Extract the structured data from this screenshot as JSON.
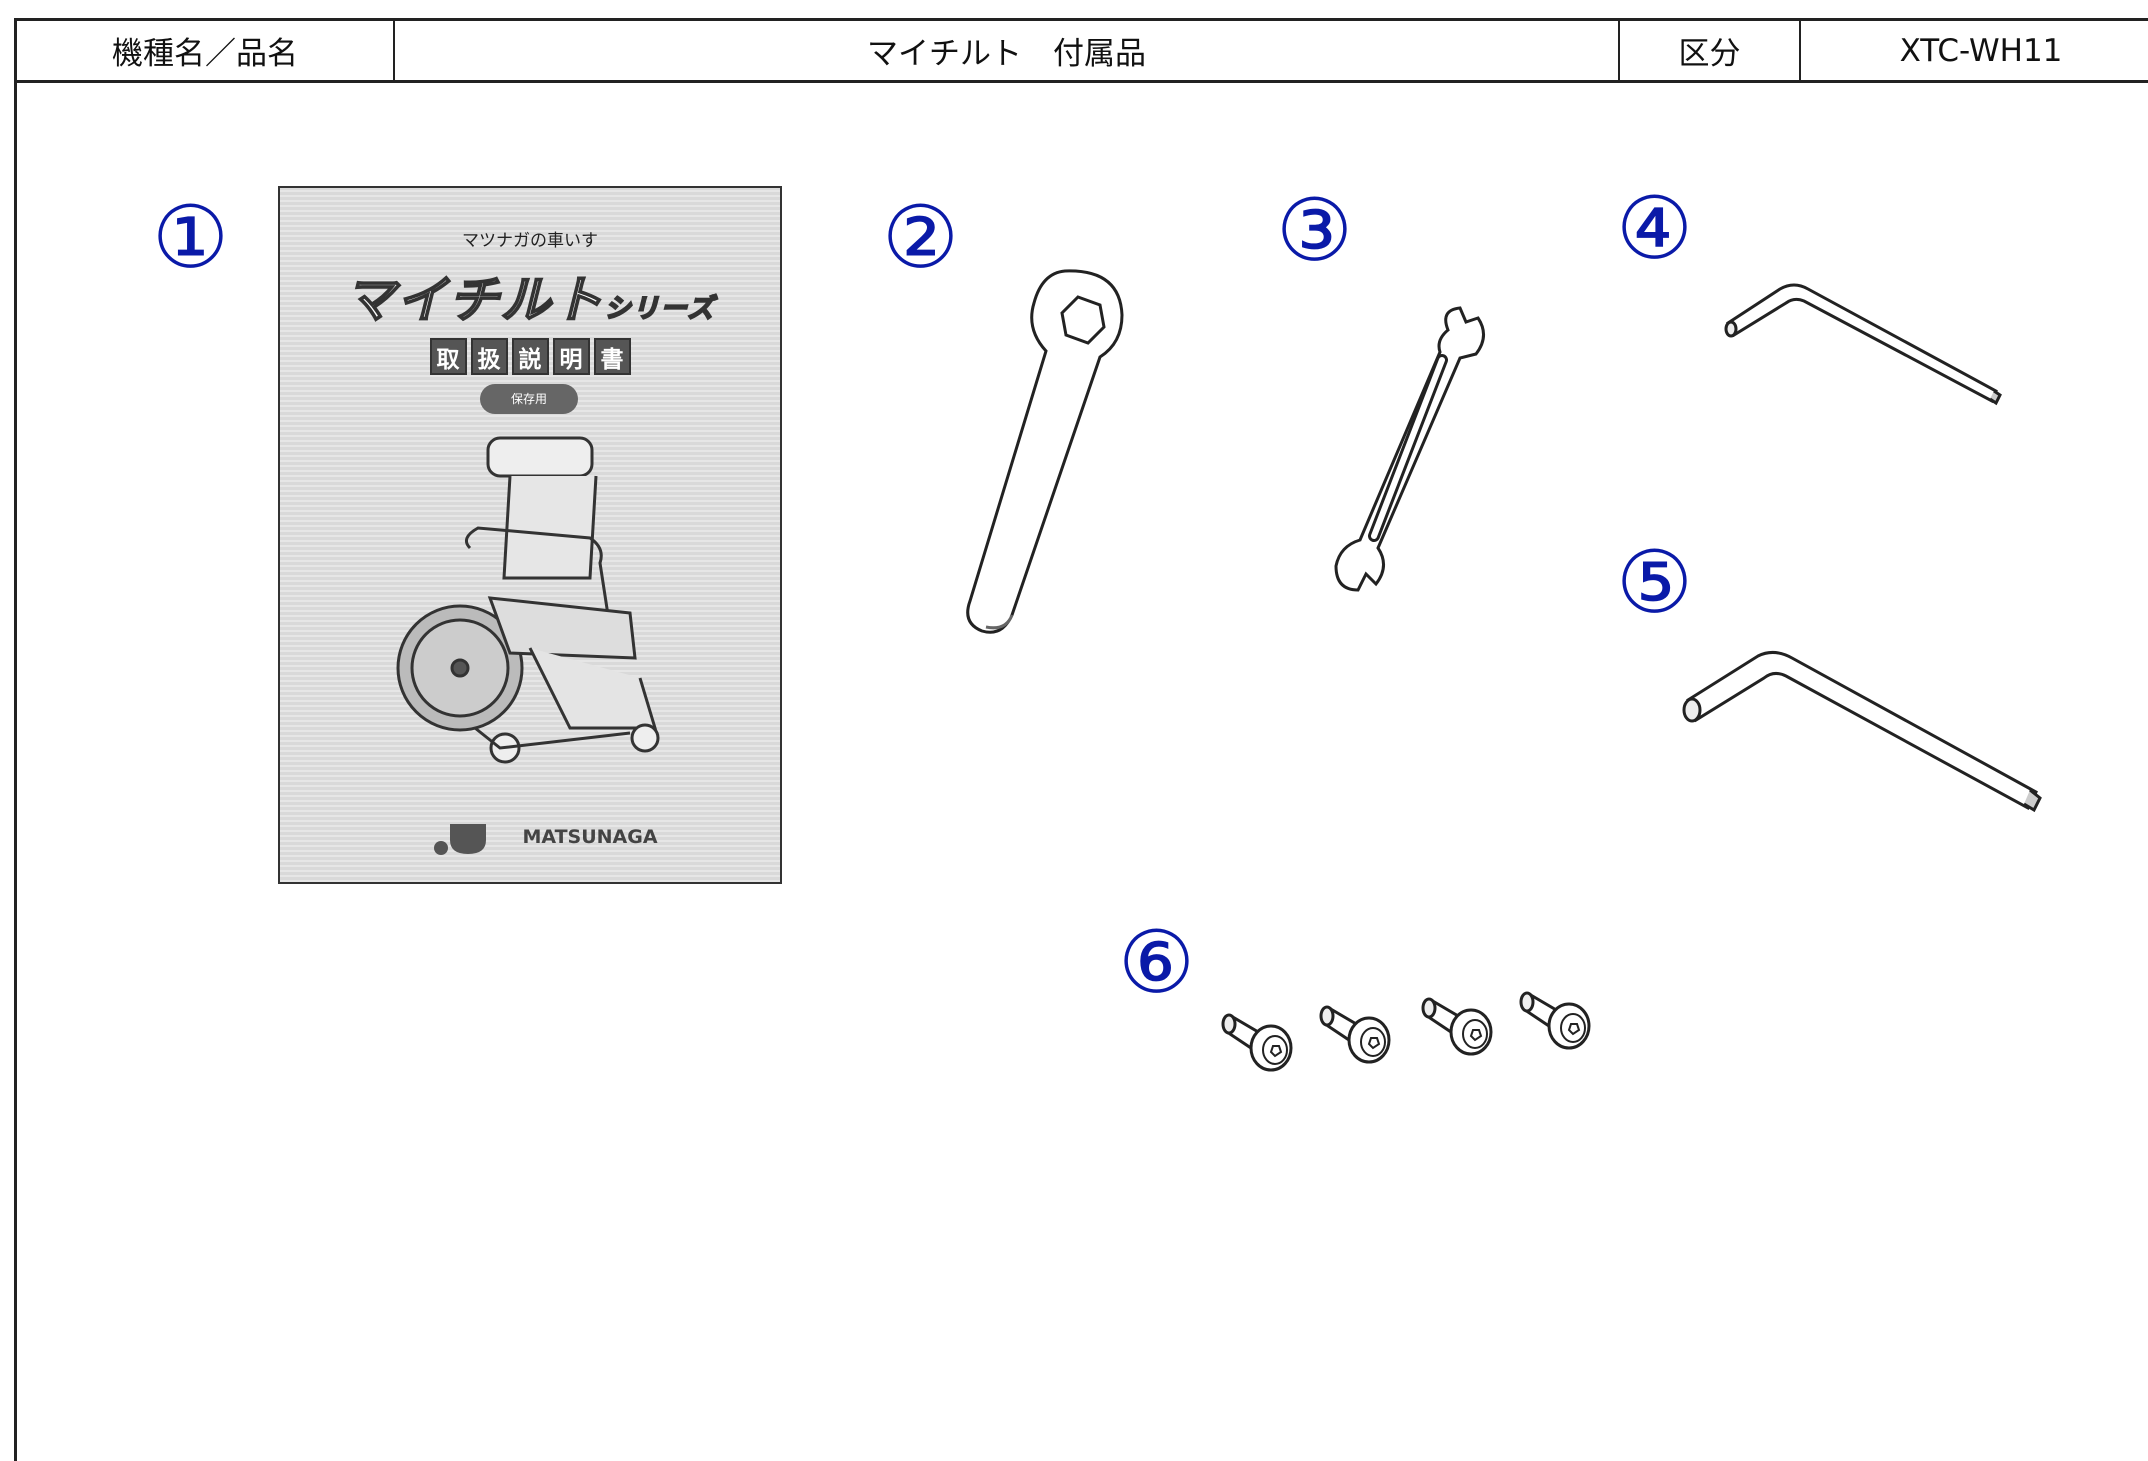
{
  "header": {
    "label_name": "機種名／品名",
    "product_name": "マイチルト　付属品",
    "label_category": "区分",
    "category_value": "XTC-WH11"
  },
  "items": [
    {
      "number": "①",
      "part": "manual"
    },
    {
      "number": "②",
      "part": "wrench"
    },
    {
      "number": "③",
      "part": "open-end-spanner"
    },
    {
      "number": "④",
      "part": "hex-key-small"
    },
    {
      "number": "⑤",
      "part": "hex-key-large"
    },
    {
      "number": "⑥",
      "part": "bolts"
    }
  ],
  "manual": {
    "subtitle": "マツナガの車いす",
    "title": "マイチルト",
    "title_suffix": "シリーズ",
    "heading_chars": [
      "取",
      "扱",
      "説",
      "明",
      "書"
    ],
    "pill": "保存用",
    "brand": "MATSUNAGA"
  },
  "colors": {
    "number_blue": "#0a1aa8",
    "line": "#222222"
  }
}
